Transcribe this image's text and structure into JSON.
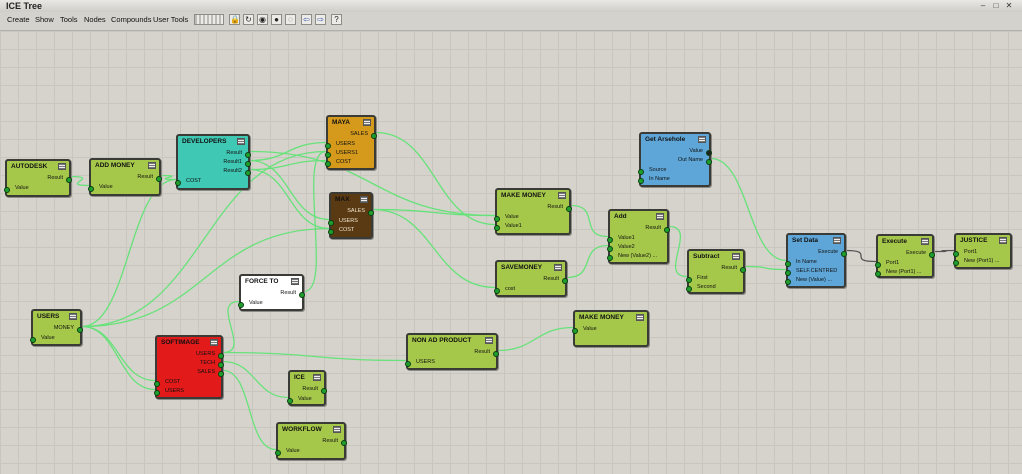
{
  "window": {
    "title": "ICE Tree"
  },
  "menu": [
    "Create",
    "Show",
    "Tools",
    "Nodes",
    "Compounds",
    "User Tools"
  ],
  "colors": {
    "green": "#a6c84a",
    "teal": "#3fc8b4",
    "orange": "#d59a1c",
    "brown": "#5a3a12",
    "red": "#e21a1a",
    "white": "#ffffff",
    "blue": "#5fa6d8",
    "wire": "#67e27a"
  },
  "nodes": [
    {
      "id": "autodesk",
      "title": "AUTODESK",
      "color": "green",
      "outputs": [
        "Result"
      ],
      "inputs": [
        "Value"
      ]
    },
    {
      "id": "addmoney",
      "title": "ADD MONEY",
      "color": "green",
      "outputs": [
        "Result"
      ],
      "inputs": [
        "Value"
      ]
    },
    {
      "id": "developers",
      "title": "DEVELOPERS",
      "color": "teal",
      "outputs": [
        "Result",
        "Result1",
        "Result2"
      ],
      "inputs": [
        "COST"
      ]
    },
    {
      "id": "maya",
      "title": "MAYA",
      "color": "orange",
      "outputs": [
        "SALES"
      ],
      "inputs": [
        "USERS",
        "USERS1",
        "COST"
      ]
    },
    {
      "id": "max",
      "title": "MAX",
      "color": "brown",
      "outputs": [
        "SALES"
      ],
      "inputs": [
        "USERS",
        "COST"
      ]
    },
    {
      "id": "getarsehole",
      "title": "Get Arsehole",
      "color": "blue",
      "outputs": [
        "Value",
        "Out Name"
      ],
      "inputs": [
        "Source",
        "In Name"
      ]
    },
    {
      "id": "makemoney1",
      "title": "MAKE MONEY",
      "color": "green",
      "outputs": [
        "Result"
      ],
      "inputs": [
        "Value",
        "Value1"
      ]
    },
    {
      "id": "add",
      "title": "Add",
      "color": "green",
      "outputs": [
        "Result"
      ],
      "inputs": [
        "Value1",
        "Value2",
        "New (Value2) ..."
      ]
    },
    {
      "id": "savemoney",
      "title": "SAVEMONEY",
      "color": "green",
      "outputs": [
        "Result"
      ],
      "inputs": [
        "cost"
      ]
    },
    {
      "id": "subtract",
      "title": "Subtract",
      "color": "green",
      "outputs": [
        "Result"
      ],
      "inputs": [
        "First",
        "Second"
      ]
    },
    {
      "id": "setdata",
      "title": "Set Data",
      "color": "blue",
      "outputs": [
        "Execute"
      ],
      "inputs": [
        "In Name",
        "SELF.CENTRED",
        "New (Value) ..."
      ]
    },
    {
      "id": "execute",
      "title": "Execute",
      "color": "green",
      "outputs": [
        "Execute"
      ],
      "inputs": [
        "Port1",
        "New (Port1) ..."
      ]
    },
    {
      "id": "justice",
      "title": "JUSTICE",
      "color": "green",
      "outputs": [],
      "inputs": [
        "Port1",
        "New (Port1) ..."
      ]
    },
    {
      "id": "forceto",
      "title": "FORCE TO",
      "color": "white",
      "outputs": [
        "Result"
      ],
      "inputs": [
        "Value"
      ]
    },
    {
      "id": "users",
      "title": "USERS",
      "color": "green",
      "outputs": [
        "MONEY"
      ],
      "inputs": [
        "Value"
      ]
    },
    {
      "id": "softimage",
      "title": "SOFTIMAGE",
      "color": "red",
      "outputs": [
        "USERS",
        "TECH",
        "SALES"
      ],
      "inputs": [
        "COST",
        "USERS"
      ]
    },
    {
      "id": "nonad",
      "title": "NON AD PRODUCT",
      "color": "green",
      "outputs": [
        "Result"
      ],
      "inputs": [
        "USERS"
      ]
    },
    {
      "id": "makemoney2",
      "title": "MAKE MONEY",
      "color": "green",
      "outputs": [],
      "inputs": [
        "Value"
      ]
    },
    {
      "id": "ice",
      "title": "ICE",
      "color": "green",
      "outputs": [
        "Result"
      ],
      "inputs": [
        "Value"
      ]
    },
    {
      "id": "workflow",
      "title": "WORKFLOW",
      "color": "green",
      "outputs": [
        "Result"
      ],
      "inputs": [
        "Value"
      ]
    }
  ]
}
